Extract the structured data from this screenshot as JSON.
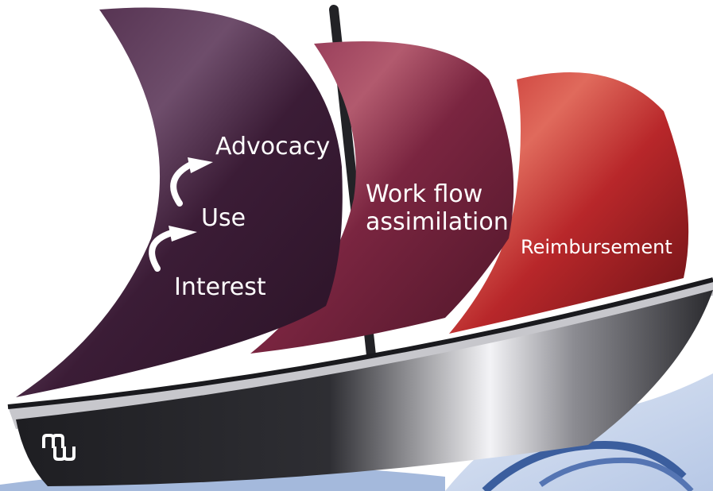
{
  "sails": {
    "left": {
      "items": [
        "Advocacy",
        "Use",
        "Interest"
      ]
    },
    "middle": {
      "line1": "Work flow",
      "line2": "assimilation"
    },
    "right": {
      "label": "Reimbursement"
    }
  },
  "logo": {
    "text": "MW"
  },
  "colors": {
    "sail_left": "#3f1f3a",
    "sail_middle": "#7a2540",
    "sail_right": "#b8272a",
    "hull_dark": "#2a2a2e",
    "hull_light": "#e6e6ea",
    "mast": "#222226",
    "wave_blue": "#3b5e9e",
    "wave_light": "#c9d6ec",
    "text": "#ffffff"
  },
  "icons": [
    "curved-arrow-icon",
    "curved-arrow-icon",
    "mw-logo-icon"
  ]
}
